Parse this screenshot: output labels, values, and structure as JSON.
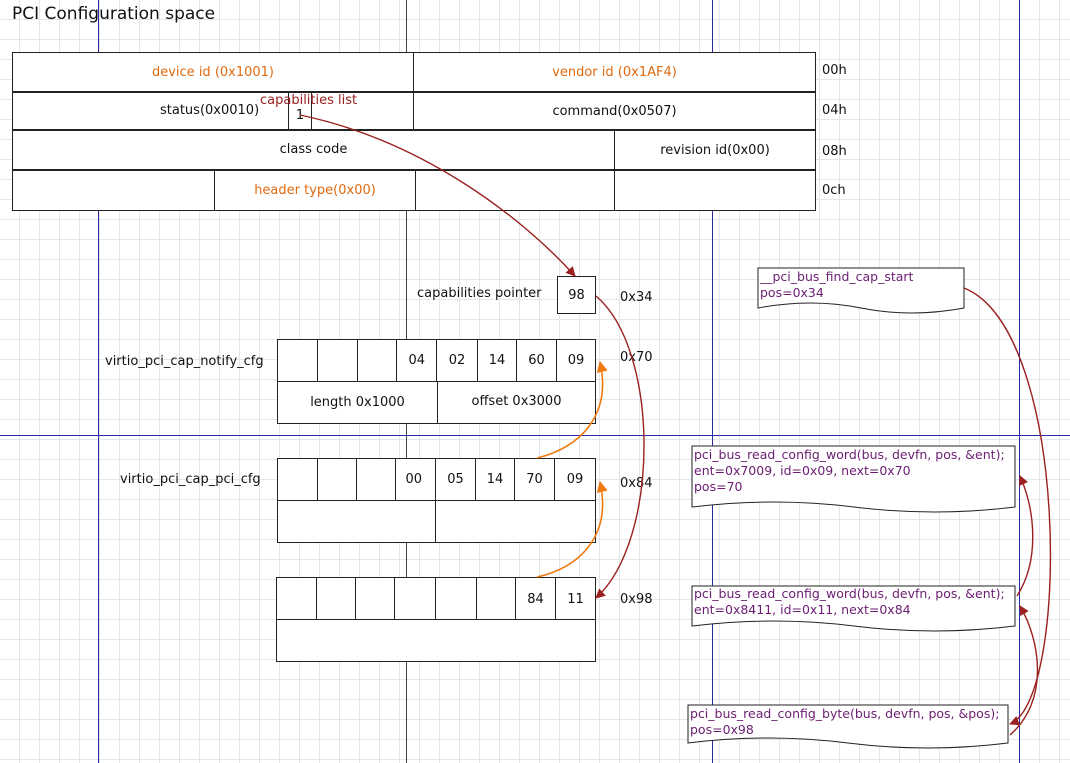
{
  "title": "PCI Configuration space",
  "config_space": {
    "row0": {
      "device_id": "device id (0x1001)",
      "vendor_id": "vendor id (0x1AF4)",
      "offset": "00h"
    },
    "row1": {
      "status": "status(0x0010)",
      "cap_bit": "1",
      "cap_label": "capabilities list",
      "command": "command(0x0507)",
      "offset": "04h"
    },
    "row2": {
      "class_code": "class code",
      "revision_id": "revision id(0x00)",
      "offset": "08h"
    },
    "row3": {
      "header_type": "header type(0x00)",
      "offset": "0ch"
    }
  },
  "cap_pointer": {
    "label": "capabilities pointer",
    "value": "98",
    "offset": "0x34"
  },
  "cap_notify": {
    "label": "virtio_pci_cap_notify_cfg",
    "bytes": [
      "04",
      "02",
      "14",
      "60",
      "09"
    ],
    "length": "length 0x1000",
    "offset_field": "offset 0x3000",
    "offset": "0x70"
  },
  "cap_pci": {
    "label": "virtio_pci_cap_pci_cfg",
    "bytes": [
      "00",
      "05",
      "14",
      "70",
      "09"
    ],
    "offset": "0x84"
  },
  "cap_msix": {
    "bytes": [
      "84",
      "11"
    ],
    "offset": "0x98"
  },
  "notes": [
    {
      "lines": [
        "__pci_bus_find_cap_start",
        "pos=0x34"
      ]
    },
    {
      "lines": [
        "pci_bus_read_config_word(bus, devfn, pos, &ent);",
        "ent=0x7009, id=0x09, next=0x70",
        "pos=70"
      ]
    },
    {
      "lines": [
        "pci_bus_read_config_word(bus, devfn, pos, &ent);",
        "ent=0x8411, id=0x11, next=0x84"
      ]
    },
    {
      "lines": [
        "pci_bus_read_config_byte(bus, devfn, pos, &pos);",
        "pos=0x98"
      ]
    }
  ],
  "colors": {
    "guide": "#2a2aa0",
    "orange_text": "#e06a10",
    "red_arrow": "#9b2020",
    "orange_arrow": "#f07a10",
    "note_text": "#6b1e72"
  }
}
